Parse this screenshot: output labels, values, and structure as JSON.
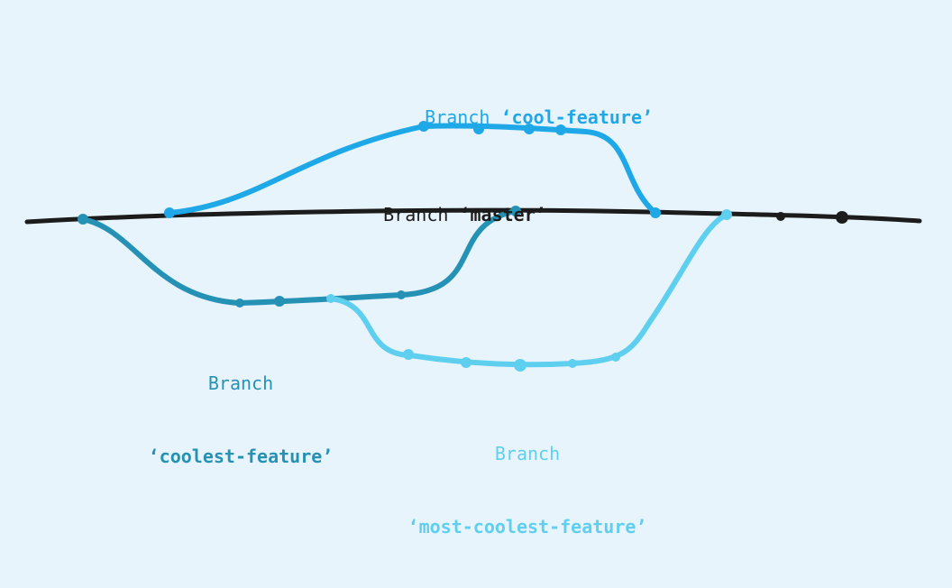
{
  "background": "#e8f4fc",
  "branches": {
    "master": {
      "prefix": "Branch ",
      "name": "‘master’",
      "color": "#1c1c1c"
    },
    "cool_feature": {
      "prefix": "Branch ",
      "name": "‘cool-feature’",
      "color": "#1fa8e8"
    },
    "coolest_feature": {
      "prefix": "Branch",
      "name": "‘coolest-feature’",
      "color": "#2592b5"
    },
    "most_coolest_feature": {
      "prefix": "Branch",
      "name": "‘most-coolest-feature’",
      "color": "#5fcfef"
    }
  }
}
